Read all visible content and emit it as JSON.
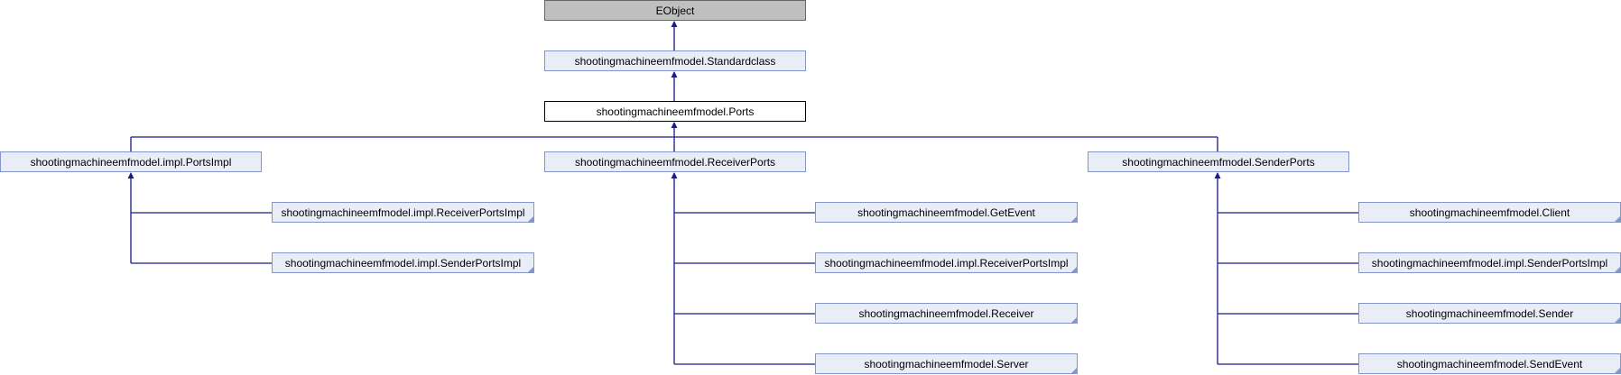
{
  "diagram": {
    "nodes": {
      "eobject": "EObject",
      "standardclass": "shootingmachineemfmodel.Standardclass",
      "ports": "shootingmachineemfmodel.Ports",
      "portsimpl": "shootingmachineemfmodel.impl.PortsImpl",
      "receiverports": "shootingmachineemfmodel.ReceiverPorts",
      "senderports": "shootingmachineemfmodel.SenderPorts",
      "portsimpl_receiverportsimpl": "shootingmachineemfmodel.impl.ReceiverPortsImpl",
      "portsimpl_senderportsimpl": "shootingmachineemfmodel.impl.SenderPortsImpl",
      "getevent": "shootingmachineemfmodel.GetEvent",
      "receiverports_receiverportsimpl": "shootingmachineemfmodel.impl.ReceiverPortsImpl",
      "receiver": "shootingmachineemfmodel.Receiver",
      "server": "shootingmachineemfmodel.Server",
      "client": "shootingmachineemfmodel.Client",
      "senderports_senderportsimpl": "shootingmachineemfmodel.impl.SenderPortsImpl",
      "sender": "shootingmachineemfmodel.Sender",
      "sendevent": "shootingmachineemfmodel.SendEvent"
    },
    "colors": {
      "edge": "#1a1a8c",
      "node_fill": "#e8edf8",
      "node_border": "#8496c8",
      "root_fill": "#bfbfbf"
    }
  }
}
